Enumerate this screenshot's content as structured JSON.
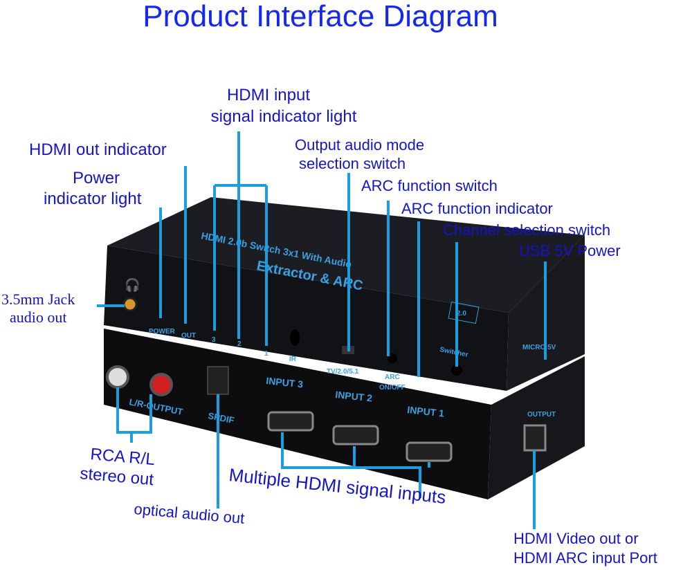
{
  "title": "Product Interface Diagram",
  "labels": {
    "hdmi_input_1": "HDMI input",
    "hdmi_input_2": "signal indicator light",
    "hdmi_out": "HDMI out indicator",
    "power_1": "Power",
    "power_2": "indicator light",
    "audio_mode_1": "Output audio mode",
    "audio_mode_2": "selection switch",
    "arc_switch": "ARC function switch",
    "arc_indicator": "ARC function indicator",
    "channel": "Channel selection switch",
    "usb": "USB 5V Power",
    "jack_1": "3.5mm Jack",
    "jack_2": "audio out",
    "rca_1": "RCA  R/L",
    "rca_2": "stereo out",
    "optical": "optical audio out",
    "multi": "Multiple HDMI signal inputs",
    "hdmi_video_1": "HDMI Video out or",
    "hdmi_video_2": "HDMI ARC input Port"
  },
  "device": {
    "brand_1": "HDMI 2.0b Switch 3x1 With Audio",
    "brand_2": "Extractor & ARC",
    "badge": "2.0",
    "power": "POWER",
    "out": "OUT",
    "in3": "3",
    "in2": "2",
    "in1": "1",
    "ir": "IR",
    "mode": "TV/2.0/5.1",
    "arc_1": "ARC",
    "arc_2": "ON/OFF",
    "switcher": "Switcher",
    "micro": "MICRO 5V",
    "lr": "L/R-OUTPUT",
    "spdif": "SPDIF",
    "input3": "INPUT 3",
    "input2": "INPUT 2",
    "input1": "INPUT 1",
    "output": "OUTPUT"
  }
}
